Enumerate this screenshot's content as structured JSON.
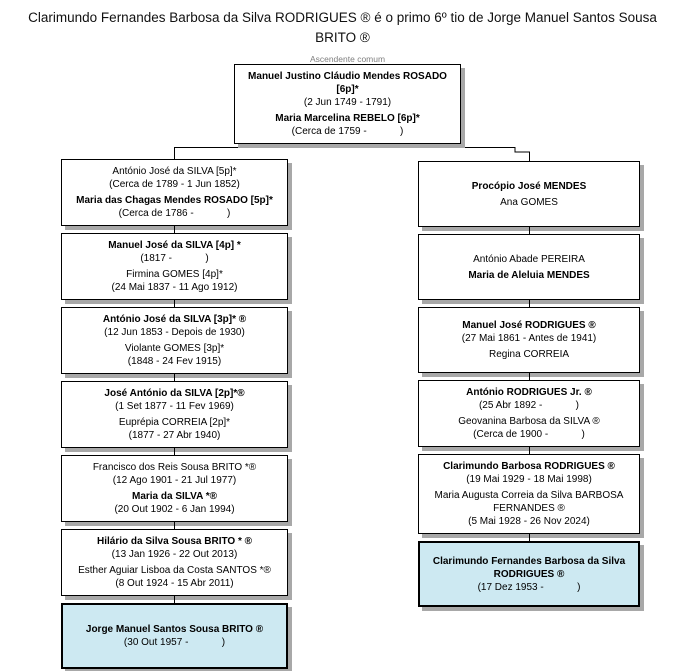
{
  "title": "Clarimundo Fernandes Barbosa da Silva RODRIGUES ® é o primo 6º tio de Jorge Manuel Santos Sousa BRITO ®",
  "ancestor_label": "Ascendente comum",
  "colors": {
    "highlight": "#cde9f2",
    "shadow": "#a8a8a8",
    "line": "#000000",
    "label_gray": "#7f7f7f"
  },
  "root_box": {
    "highlighted": false,
    "persons": [
      {
        "name": "Manuel Justino Cláudio Mendes ROSADO [6p]*",
        "bold": true,
        "dates": "(2 Jun 1749 - 1791)"
      },
      {
        "name": "Maria Marcelina REBELO [6p]*",
        "bold": true,
        "dates": "(Cerca de 1759 -            )"
      }
    ]
  },
  "left_column": [
    {
      "highlighted": false,
      "persons": [
        {
          "name": "António José da SILVA [5p]*",
          "bold": false,
          "dates": "(Cerca de 1789 - 1 Jun 1852)"
        },
        {
          "name": "Maria das Chagas Mendes ROSADO [5p]*",
          "bold": true,
          "dates": "(Cerca de 1786 -            )"
        }
      ]
    },
    {
      "highlighted": false,
      "persons": [
        {
          "name": "Manuel José da SILVA [4p] *",
          "bold": true,
          "dates": "(1817 -            )"
        },
        {
          "name": "Firmina GOMES [4p]*",
          "bold": false,
          "dates": "(24 Mai 1837 - 11 Ago 1912)"
        }
      ]
    },
    {
      "highlighted": false,
      "persons": [
        {
          "name": "António José da SILVA [3p]* ®",
          "bold": true,
          "dates": "(12 Jun 1853 - Depois de 1930)"
        },
        {
          "name": "Violante GOMES [3p]*",
          "bold": false,
          "dates": "(1848 - 24 Fev 1915)"
        }
      ]
    },
    {
      "highlighted": false,
      "persons": [
        {
          "name": "José António da SILVA [2p]*®",
          "bold": true,
          "dates": "(1 Set 1877 - 11 Fev 1969)"
        },
        {
          "name": "Euprépia CORREIA [2p]*",
          "bold": false,
          "dates": "(1877 - 27 Abr 1940)"
        }
      ]
    },
    {
      "highlighted": false,
      "persons": [
        {
          "name": "Francisco dos Reis Sousa BRITO *®",
          "bold": false,
          "dates": "(12 Ago 1901 - 21 Jul 1977)"
        },
        {
          "name": "Maria da SILVA *®",
          "bold": true,
          "dates": "(20 Out 1902 - 6 Jan 1994)"
        }
      ]
    },
    {
      "highlighted": false,
      "persons": [
        {
          "name": "Hilário da Silva Sousa BRITO * ®",
          "bold": true,
          "dates": "(13 Jan 1926 - 22 Out 2013)"
        },
        {
          "name": "Esther Aguiar Lisboa da Costa SANTOS *®",
          "bold": false,
          "dates": "(8 Out 1924 - 15 Abr 2011)"
        }
      ]
    },
    {
      "highlighted": true,
      "persons": [
        {
          "name": "Jorge Manuel Santos Sousa BRITO ®",
          "bold": true,
          "dates": "(30 Out 1957 -            )"
        }
      ]
    }
  ],
  "right_column": [
    {
      "highlighted": false,
      "persons": [
        {
          "name": "Procópio José MENDES",
          "bold": true
        },
        {
          "name": "Ana GOMES",
          "bold": false
        }
      ]
    },
    {
      "highlighted": false,
      "persons": [
        {
          "name": "António Abade PEREIRA",
          "bold": false
        },
        {
          "name": "Maria de Aleluia MENDES",
          "bold": true
        }
      ]
    },
    {
      "highlighted": false,
      "persons": [
        {
          "name": "Manuel José RODRIGUES ®",
          "bold": true,
          "dates": "(27 Mai 1861 - Antes de 1941)"
        },
        {
          "name": "Regina CORREIA",
          "bold": false
        }
      ]
    },
    {
      "highlighted": false,
      "persons": [
        {
          "name": "António RODRIGUES Jr. ®",
          "bold": true,
          "dates": "(25 Abr 1892 -            )"
        },
        {
          "name": "Geovanina Barbosa da SILVA ®",
          "bold": false,
          "dates": "(Cerca de 1900 -            )"
        }
      ]
    },
    {
      "highlighted": false,
      "persons": [
        {
          "name": "Clarimundo Barbosa RODRIGUES ®",
          "bold": true,
          "dates": "(19 Mai 1929 - 18 Mai 1998)"
        },
        {
          "name": "Maria Augusta Correia da Silva BARBOSA FERNANDES ®",
          "bold": false,
          "dates": "(5 Mai 1928 - 26 Nov 2024)"
        }
      ]
    },
    {
      "highlighted": true,
      "persons": [
        {
          "name": "Clarimundo Fernandes Barbosa da Silva RODRIGUES ®",
          "bold": true,
          "dates": "(17 Dez 1953 -            )"
        }
      ]
    }
  ]
}
